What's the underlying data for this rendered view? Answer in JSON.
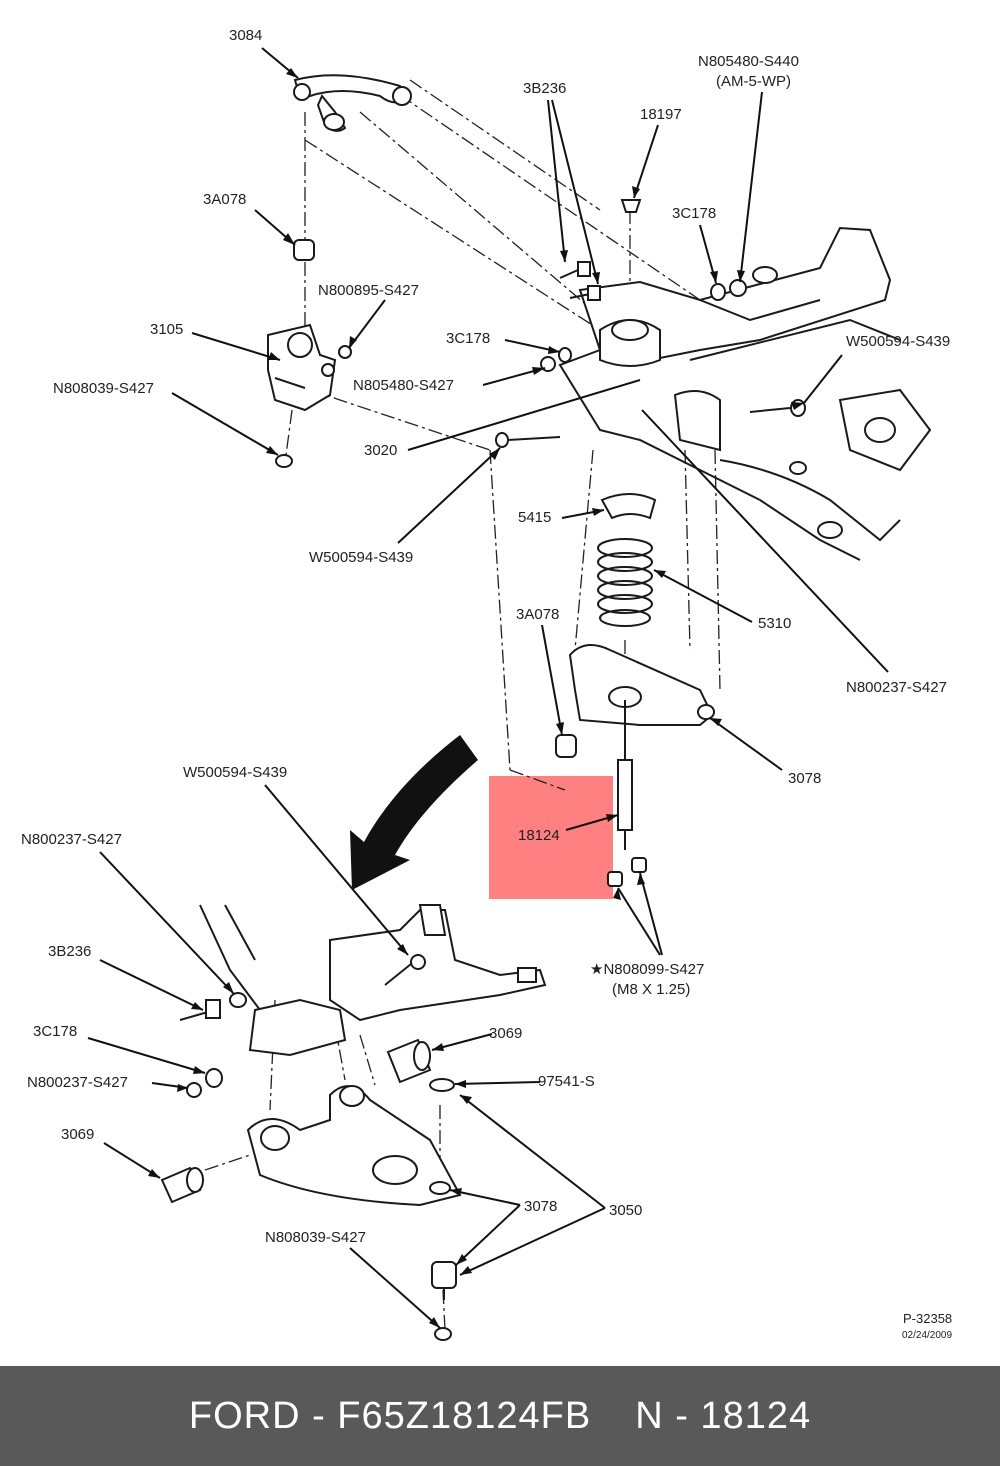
{
  "labels": {
    "l3084": "3084",
    "l3A078_top": "3A078",
    "l3105": "3105",
    "lN808039_top": "N808039-S427",
    "lN800895": "N800895-S427",
    "l3B236_top": "3B236",
    "l18197": "18197",
    "lN805480_S440": "N805480-S440",
    "lAM5WP": "(AM-5-WP)",
    "l3C178_top_right": "3C178",
    "l3C178_mid": "3C178",
    "lN805480_S427": "N805480-S427",
    "l3020": "3020",
    "lW500594_right": "W500594-S439",
    "l5415": "5415",
    "lW500594_mid": "W500594-S439",
    "l5310": "5310",
    "l3A078_mid": "3A078",
    "lN800237_right": "N800237-S427",
    "l3078_right": "3078",
    "l18124": "18124",
    "lN808099": "★N808099-S427",
    "lM8": "(M8 X 1.25)",
    "lW500594_low": "W500594-S439",
    "lN800237_left_top": "N800237-S427",
    "l3B236_low": "3B236",
    "l3C178_low": "3C178",
    "lN800237_left_low": "N800237-S427",
    "l3069_right": "3069",
    "l97541": "97541-S",
    "l3069_left": "3069",
    "l3078_low": "3078",
    "l3050": "3050",
    "lN808039_low": "N808039-S427",
    "lP32358": "P-32358",
    "lDate": "02/24/2009"
  },
  "highlight": {
    "part_number": "18124",
    "color": "#ff8080"
  },
  "footer": {
    "brand_part": "FORD - F65Z18124FB",
    "ref": "N - 18124"
  },
  "colors": {
    "footer_bg": "#595959",
    "footer_text": "#ffffff"
  }
}
